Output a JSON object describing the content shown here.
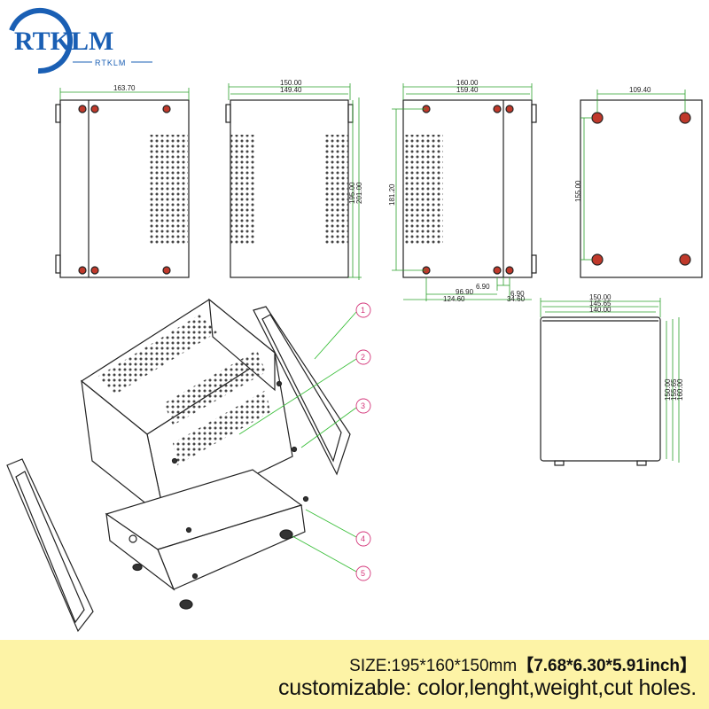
{
  "brand": {
    "logo": "RTKLM",
    "subtitle": "RTKLM",
    "accent": "#1a5fb4"
  },
  "views": {
    "side_left": {
      "width": "163.70"
    },
    "front": {
      "width_outer": "150.00",
      "width_inner": "149.40",
      "height_inner": "195.00",
      "height_outer": "201.00"
    },
    "side_right": {
      "width_outer": "160.00",
      "width_inner": "159.40",
      "hole_span": "181.20",
      "dim_a": "6.90",
      "dim_b": "6.90",
      "dim_c": "96.90",
      "dim_d": "124.60",
      "dim_e": "34.60"
    },
    "bottom": {
      "hole_x": "109.40",
      "hole_y": "155.00"
    },
    "panel": {
      "w1": "150.00",
      "w2": "145.65",
      "w3": "140.00",
      "h1": "150.00",
      "h2": "155.65",
      "h3": "160.00"
    }
  },
  "callouts": [
    "1",
    "2",
    "3",
    "4",
    "5"
  ],
  "footer": {
    "size_prefix": "SIZE:",
    "size_mm": "195*160*150mm",
    "size_inch": "【7.68*6.30*5.91inch】",
    "customizable": "customizable: color,lenght,weight,cut holes."
  },
  "colors": {
    "footer_bg": "#fdf3a6",
    "callout": "#d4367a",
    "leader": "#3bbf3b",
    "dim_line": "#2ca02c",
    "hole_red": "#c0392b"
  }
}
